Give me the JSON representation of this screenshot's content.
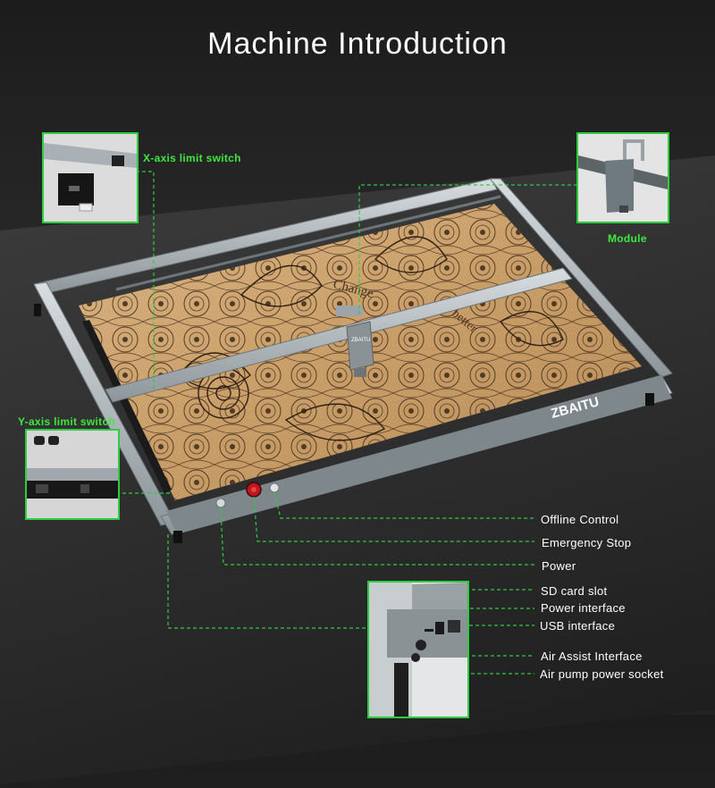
{
  "title": "Machine Introduction",
  "brand": "ZBAITU",
  "engraving_text": [
    "Change",
    "better"
  ],
  "callouts": {
    "x_limit": "X-axis limit switch",
    "y_limit": "Y-axis limit switch",
    "module": "Module",
    "offline": "Offline Control",
    "estop": "Emergency Stop",
    "power": "Power",
    "sd": "SD card slot",
    "power_if": "Power interface",
    "usb": "USB interface",
    "air": "Air Assist Interface",
    "pump": "Air pump power socket"
  },
  "colors": {
    "accent": "#3ee83e",
    "estop": "#c0151b",
    "wood": "#c9a070"
  }
}
